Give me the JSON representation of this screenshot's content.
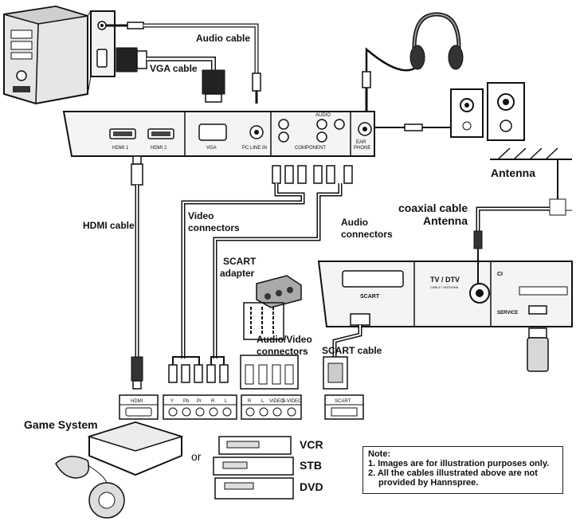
{
  "labels": {
    "audio_cable": "Audio cable",
    "vga_cable": "VGA cable",
    "hdmi_cable": "HDMI cable",
    "video_connectors_1": "Video",
    "video_connectors_2": "connectors",
    "audio_connectors_1": "Audio",
    "audio_connectors_2": "connectors",
    "scart_adapter_1": "SCART",
    "scart_adapter_2": "adapter",
    "av_connectors_1": "Audio/Video",
    "av_connectors_2": "connectors",
    "scart_cable": "SCART cable",
    "antenna": "Antenna",
    "coaxial_1": "coaxial cable",
    "coaxial_2": "Antenna",
    "game_system": "Game System",
    "or": "or",
    "vcr": "VCR",
    "stb": "STB",
    "dvd": "DVD"
  },
  "panel": {
    "hdmi1": "HDMI 1",
    "hdmi2": "HDMI 2",
    "vga": "VGA",
    "pc_line_in": "PC LINE IN",
    "component": "COMPONENT",
    "audio": "AUDIO",
    "ear_phone_1": "EAR",
    "ear_phone_2": "PHONE"
  },
  "tv": {
    "scart": "SCART",
    "tv_dtv": "TV / DTV",
    "cable_antenna": "CABLE / ANTENNA",
    "ci": "CI",
    "service": "SERVICE"
  },
  "device_ports": {
    "hdmi": "HDMI",
    "y": "Y",
    "pb": "Pb",
    "pr": "Pr",
    "r1": "R",
    "l1": "L",
    "r2": "R",
    "l2": "L",
    "video": "VIDEO",
    "svideo": "S-VIDEO",
    "scart": "SCART"
  },
  "note": {
    "title": "Note:",
    "line1": "1. Images are for illustration purposes only.",
    "line2a": "2. All the cables illustrated above are not",
    "line2b": "provided by Hannspree."
  }
}
